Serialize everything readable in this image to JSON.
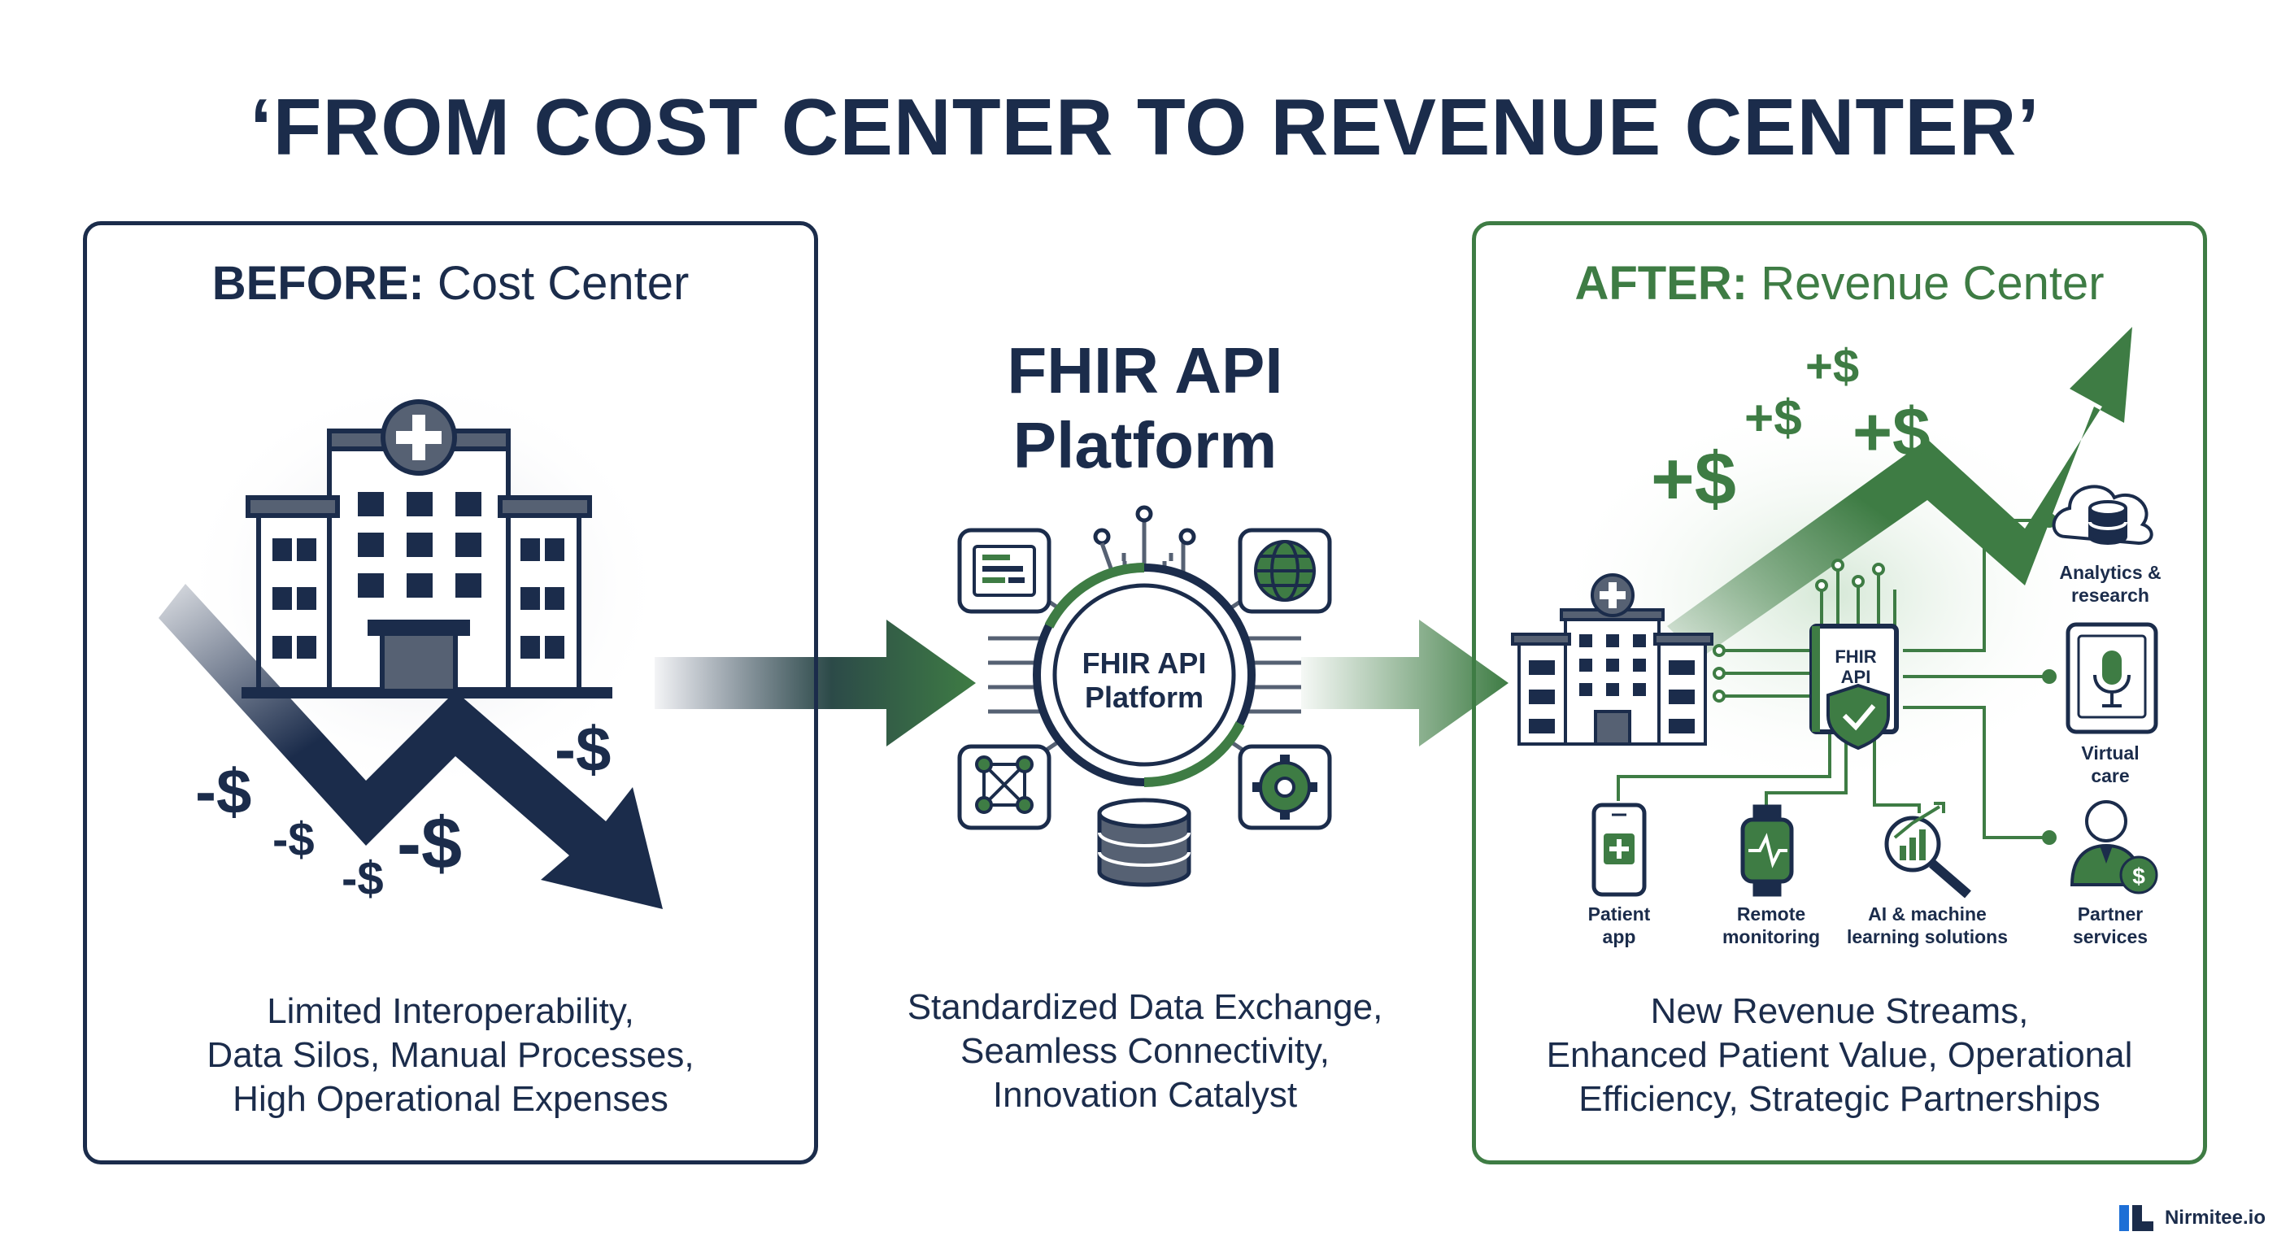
{
  "title": "‘FROM COST CENTER TO REVENUE CENTER’",
  "before": {
    "label_bold": "BEFORE:",
    "label_rest": " Cost Center",
    "description": [
      "Limited Interoperability,",
      "Data Silos, Manual Processes,",
      "High Operational Expenses"
    ],
    "losses": [
      "-$",
      "-$",
      "-$",
      "-$",
      "-$"
    ]
  },
  "center": {
    "title_lines": [
      "FHIR API",
      "Platform"
    ],
    "hub_lines": [
      "FHIR API",
      "Platform"
    ],
    "description": [
      "Standardized Data Exchange,",
      "Seamless Connectivity,",
      "Innovation Catalyst"
    ]
  },
  "after": {
    "label_bold": "AFTER:",
    "label_rest": " Revenue Center",
    "gains": [
      "+$",
      "+$",
      "+$",
      "+$"
    ],
    "api_box": [
      "FHIR",
      "API"
    ],
    "services": [
      {
        "lines": [
          "Analytics &",
          "research"
        ],
        "icon": "cloud-database-icon"
      },
      {
        "lines": [
          "Virtual",
          "care"
        ],
        "icon": "tablet-microphone-icon"
      },
      {
        "lines": [
          "Partner",
          "services"
        ],
        "icon": "partner-person-icon"
      },
      {
        "lines": [
          "Patient",
          "app"
        ],
        "icon": "phone-medical-icon"
      },
      {
        "lines": [
          "Remote",
          "monitoring"
        ],
        "icon": "smartwatch-heartbeat-icon"
      },
      {
        "lines": [
          "AI & machine",
          "learning solutions"
        ],
        "icon": "magnifier-chart-icon"
      }
    ],
    "description": [
      "New Revenue Streams,",
      "Enhanced Patient Value, Operational",
      "Efficiency, Strategic Partnerships"
    ]
  },
  "brand": "Nirmitee.io",
  "colors": {
    "navy": "#1b2c4b",
    "green": "#3e7c44",
    "gray": "#566173"
  }
}
